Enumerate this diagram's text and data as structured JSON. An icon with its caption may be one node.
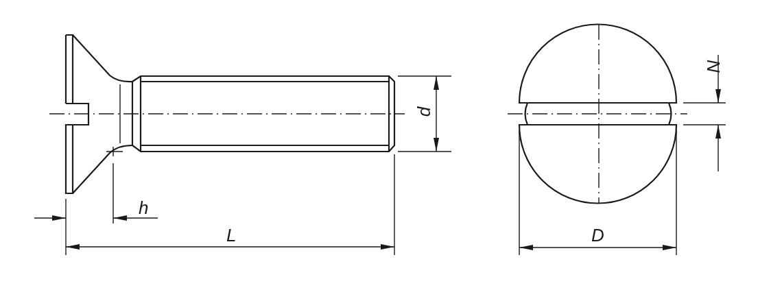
{
  "diagram": {
    "labels": [
      "d",
      "h",
      "L",
      "D",
      "N"
    ]
  }
}
